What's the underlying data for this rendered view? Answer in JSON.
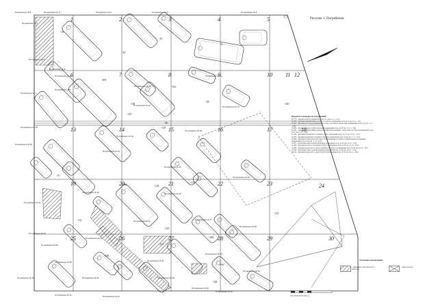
{
  "figure": {
    "caption": "Рисунок 1. Погребения.",
    "grid_numbers": [
      "1",
      "2",
      "3",
      "4",
      "5",
      "6",
      "7",
      "8",
      "9",
      "10",
      "11",
      "12",
      "13",
      "14",
      "15",
      "16",
      "17",
      "18",
      "19",
      "20",
      "21",
      "22",
      "23",
      "24",
      "25",
      "26",
      "27",
      "28",
      "29",
      "30"
    ]
  },
  "burial_labels": [
    {
      "text": "Погребение № 8"
    },
    {
      "text": "Погребение № 17"
    },
    {
      "text": "Погребение № 2"
    },
    {
      "text": "Погребение № 1"
    },
    {
      "text": "Погребение № 3"
    },
    {
      "text": "Погребение № 4"
    },
    {
      "text": "Погребение № 5"
    },
    {
      "text": "Погребение № 6"
    },
    {
      "text": "Погребение № 7"
    },
    {
      "text": "Погребение № 9"
    },
    {
      "text": "Погребение № 10"
    },
    {
      "text": "Погребение № 11"
    },
    {
      "text": "Погребение № 12"
    },
    {
      "text": "Погребение № 13"
    },
    {
      "text": "Погребение № 14"
    },
    {
      "text": "Погребение № 15"
    },
    {
      "text": "Погребение № 16"
    },
    {
      "text": "Погребение № 18"
    },
    {
      "text": "Погребение № 19"
    },
    {
      "text": "Погребение № 20"
    },
    {
      "text": "Погребение № 21"
    },
    {
      "text": "Погребение № 22"
    },
    {
      "text": "Погребение № 23"
    },
    {
      "text": "Погребение № 24"
    },
    {
      "text": "Погребение № 25"
    },
    {
      "text": "Погребение № 26"
    },
    {
      "text": "Погребение № 27"
    },
    {
      "text": "Погребение № 28"
    },
    {
      "text": "Погребение № 29"
    },
    {
      "text": "Погребение № 30"
    },
    {
      "text": "Погребение № 31"
    },
    {
      "text": "Погребение № 32"
    },
    {
      "text": "Погребение № 33"
    },
    {
      "text": "Погребение № 34"
    },
    {
      "text": "Погребение № 35"
    },
    {
      "text": "Погребение № 36"
    },
    {
      "text": "Погребение № 37"
    },
    {
      "text": "Погребение № 38"
    },
    {
      "text": "Погребение № 39"
    },
    {
      "text": "Погребение № 40"
    },
    {
      "text": "Погребение № 41"
    },
    {
      "text": "Погребение № 42"
    }
  ],
  "depth_marks": [
    "-18",
    "-22",
    "-35",
    "-8",
    "-162",
    "-118",
    "-203",
    "-120",
    "-138",
    "-115",
    "-75",
    "-133",
    "-108",
    "-114",
    "-128",
    "-101",
    "-182",
    "-206",
    "-219",
    "-38",
    "-80",
    "-125",
    "-140",
    "-115"
  ],
  "legend": {
    "heading": "Ведомость находок из погребений:",
    "items": [
      "№ 179 – лицевая монета (завершение погр. № 1, кв. 3, гл. –117).",
      "№ 280 – фрагмент керамического сосуда с росписью (завершение погр. № 9, кв. 5, гл. –171).",
      "№ 281 – фрагменты сосуда керамического сосуда с росписью белой глины (завершение погр. № 8, кв. 5, гл. –146).",
      "№ 282 – монетный таньга трубчатой формы (завершение погр. № 29, кв. 17, гл. –192).",
      "№ 283 – железные наконечники стрелы, пластинчатый ажурный с отверстием для стрелы (завершение погр. № 13, кв. 7, гл. –174).",
      "№ 284 – фрагменты бронзового бусинного пояса (завершение погр. № 19, кв. 18, гл. –127).",
      "№ 285 – фрагменты кругового кованного браслета (завершение погр. № 20, кв. 7, гл. –191).",
      "№ 286 – фрагменты бронзового крестика с разобранными деталями и прикреплённым на нашивке (завершение погр. № 22, кв. 7, гл. –212).",
      "№ 287 – монетный таньга трубчатой формы, (завершение погр. № 22, кв. 14, гл. –215).",
      "№ 288 – фрагменты белого стеклянного бруска (завершение погр. № 26, кв. 14, гл. –215).",
      "№ 289 – фрагменты кругового таньга серебряного браслета (завершение погр. № 26, кв. 14, гл. –197).",
      "№ 290 – монетный таньга трубчатой формы (завершение погр. № 30, кв. 19, гл. –215).",
      "№ 291 – фрагменты кругового таньга браслета (завершение погр. № 30, кв. 19, гл. –184)."
    ]
  },
  "conventions": {
    "title": "Условные обозначения:",
    "hatch_label": "– кирпичные стены (мечети и мавзолея)",
    "cross_label": "– ямы и подбои"
  },
  "scale": {
    "label": "0   10   20   30   40   50   100 см"
  }
}
